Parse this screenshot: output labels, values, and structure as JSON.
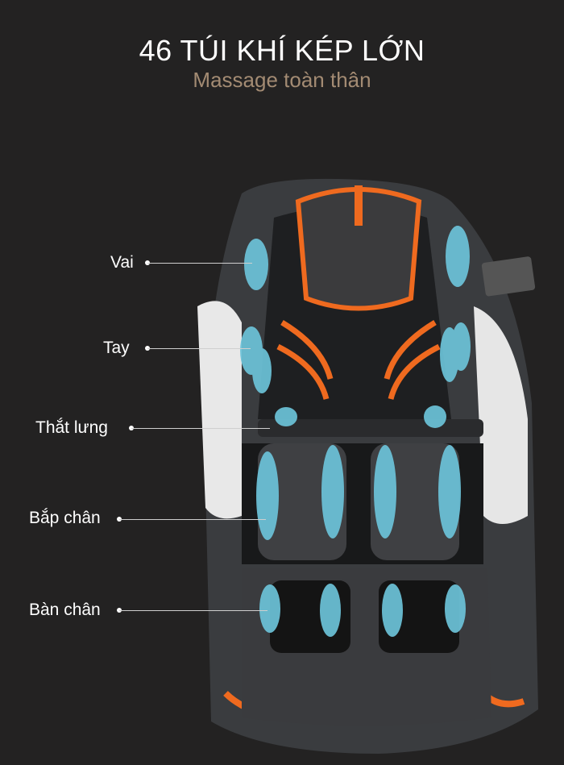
{
  "header": {
    "title": "46 TÚI KHÍ KÉP LỚN",
    "subtitle": "Massage toàn thân"
  },
  "callouts": [
    {
      "label": "Vai"
    },
    {
      "label": "Tay"
    },
    {
      "label": "Thắt lưng"
    },
    {
      "label": "Bắp chân"
    },
    {
      "label": "Bàn chân"
    }
  ],
  "colors": {
    "background": "#232222",
    "accent_orange": "#ef6a1f",
    "airbag_blue": "#6cc3d9",
    "subtitle": "#a38b73"
  }
}
